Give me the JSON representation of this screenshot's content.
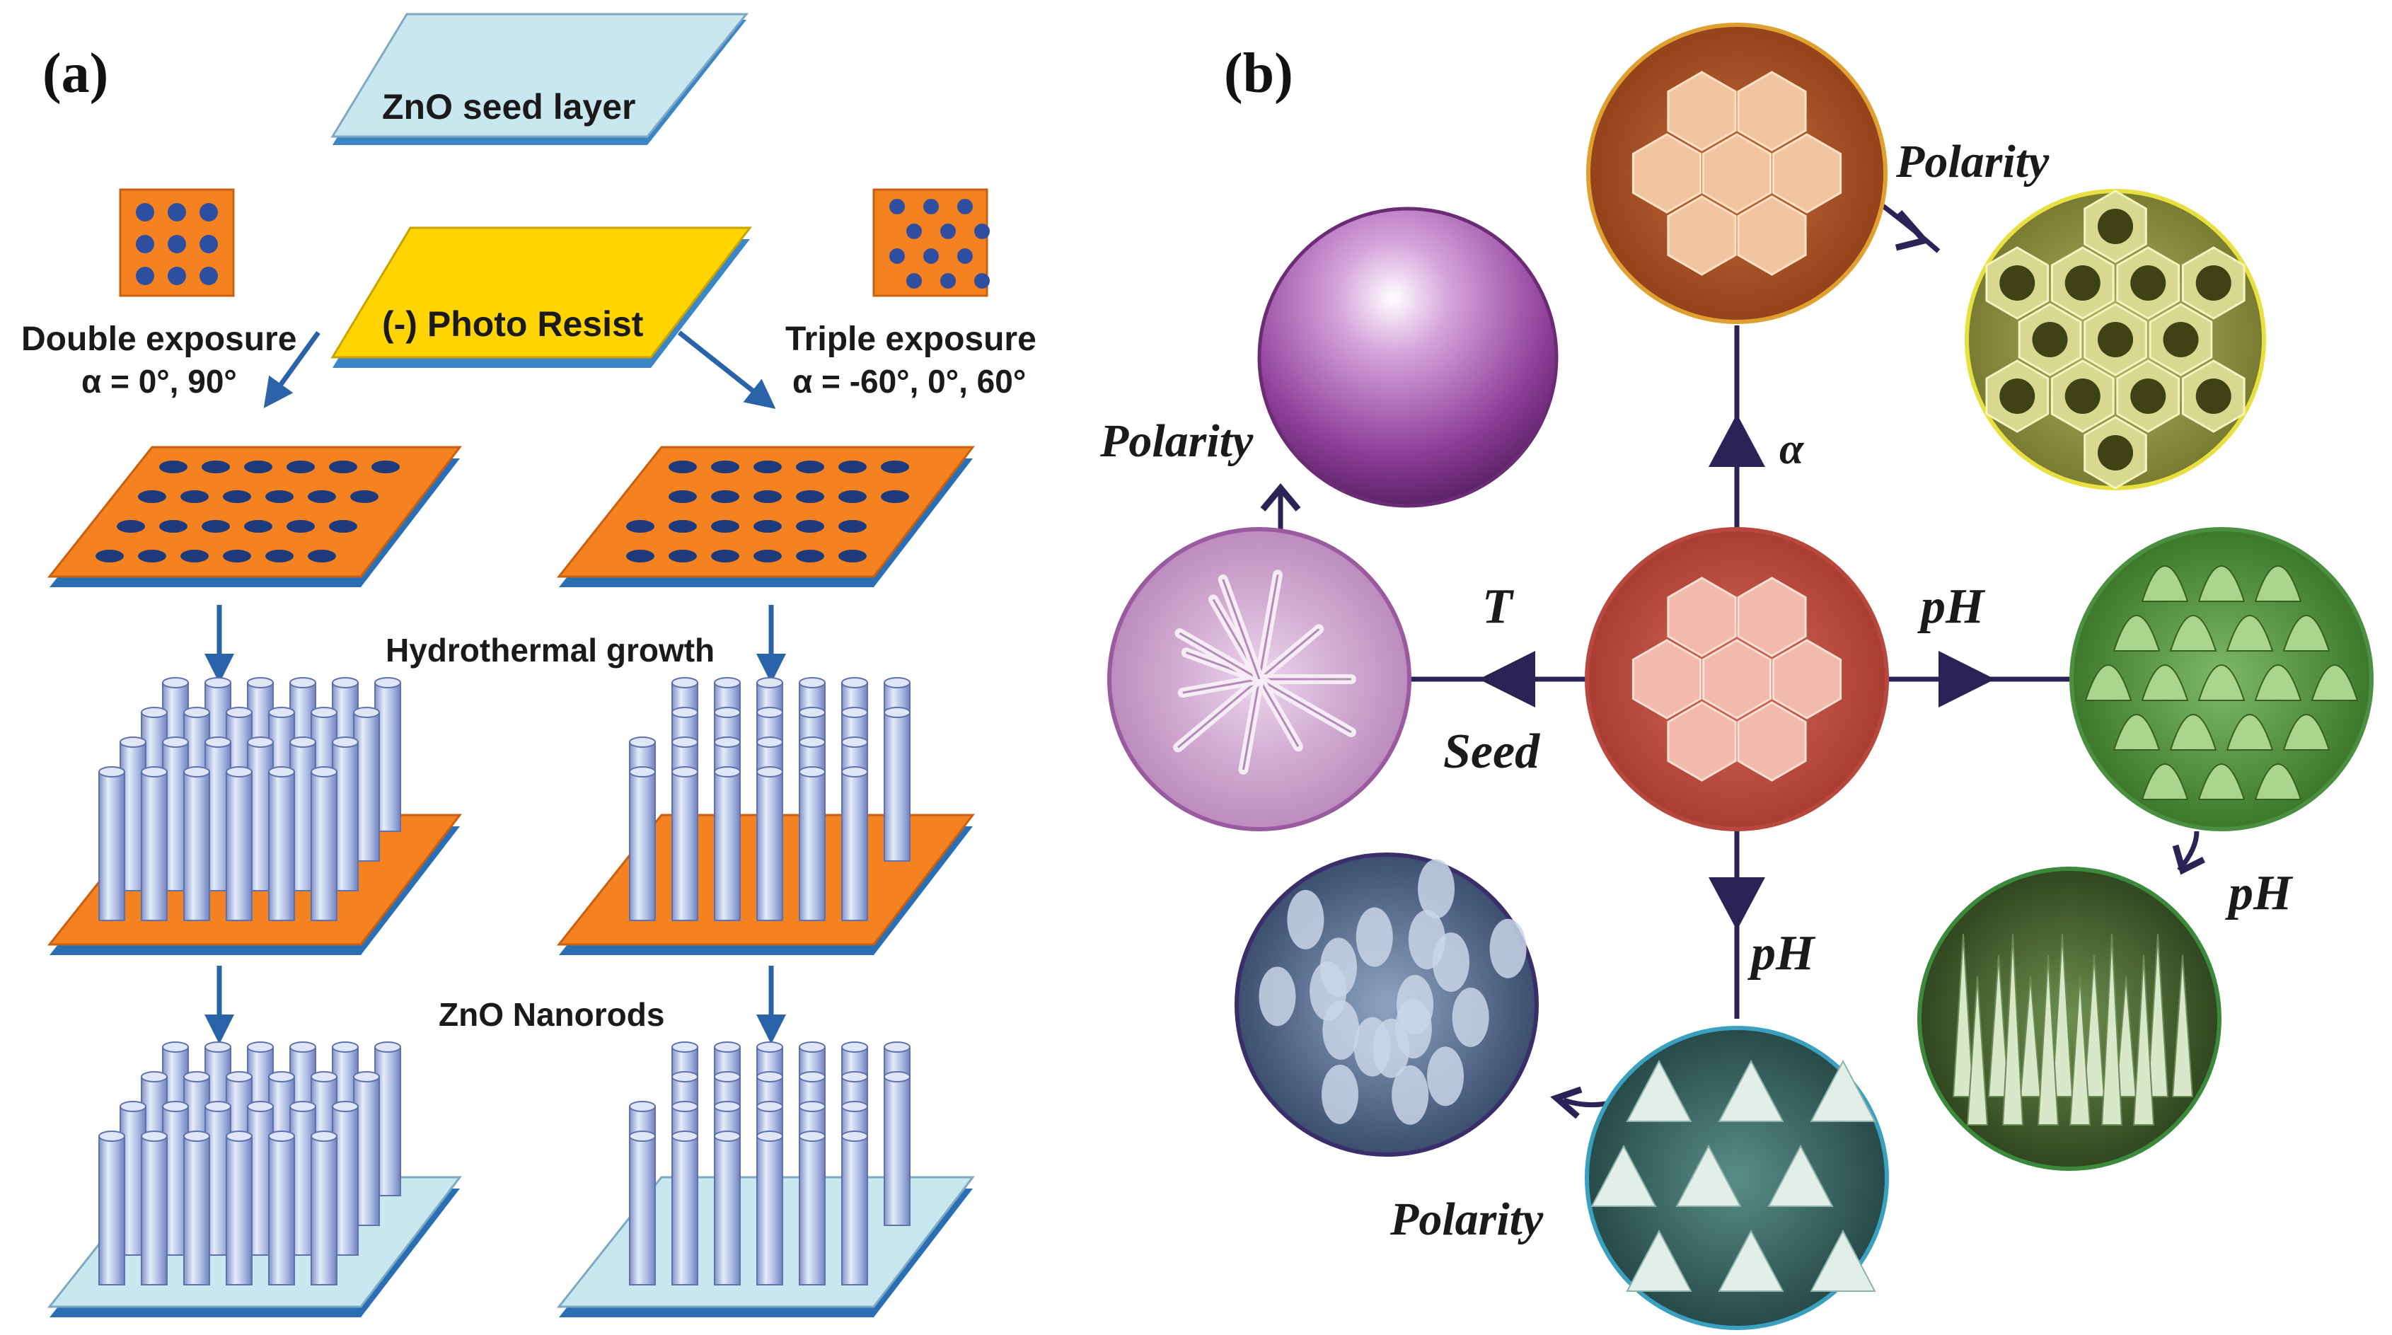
{
  "panel_a": {
    "label": "(a)",
    "seed_layer": "ZnO seed layer",
    "photo_resist": "(-) Photo Resist",
    "double_exposure": "Double exposure",
    "double_angles": "α = 0°, 90°",
    "triple_exposure": "Triple exposure",
    "triple_angles": "α = -60°, 0°, 60°",
    "hydrothermal": "Hydrothermal growth",
    "nanorods": "ZnO Nanorods"
  },
  "panel_b": {
    "label": "(b)",
    "arrow_up": "α",
    "arrow_right": "pH",
    "arrow_down": "pH",
    "arrow_left_top": "T",
    "arrow_left_bottom": "Seed",
    "polarity_top": "Polarity",
    "polarity_left": "Polarity",
    "polarity_bottom": "Polarity",
    "ph_right": "pH"
  },
  "colors": {
    "orange": "#f58220",
    "yellow": "#ffd200",
    "blue_edge": "#2a6fb5",
    "seed_top": "#bfe3ea",
    "arrow": "#2b2356",
    "rod": "#a9b9e0"
  }
}
